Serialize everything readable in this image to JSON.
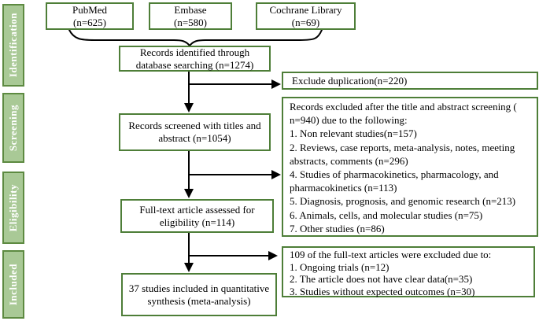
{
  "diagram_title": "PRISMA study selection flow diagram",
  "colors": {
    "box_border_green": "#4e7e38",
    "stage_fill_green": "#a9c996",
    "stage_border_green": "#5d8a41",
    "stage_text": "#ffffff",
    "connector_black": "#000000"
  },
  "stages": [
    {
      "label": "Identification"
    },
    {
      "label": "Screening"
    },
    {
      "label": "Eligibility"
    },
    {
      "label": "Included"
    }
  ],
  "sources": [
    {
      "name": "PubMed",
      "count": "(n=625)"
    },
    {
      "name": "Embase",
      "count": "(n=580)"
    },
    {
      "name": "Cochrane Library",
      "count": "(n=69)"
    }
  ],
  "flow": {
    "identified": "Records identified through database searching (n=1274)",
    "screened": "Records screened with titles and abstract (n=1054)",
    "fulltext": "Full-text article assessed for eligibility (n=114)",
    "included": "37 studies included in quantitative synthesis (meta-analysis)"
  },
  "exclusions": {
    "duplication": "Exclude duplication(n=220)",
    "screening": {
      "intro": "Records excluded after the title and abstract screening ( n=940) due to the following:",
      "items": [
        "1. Non relevant studies(n=157)",
        "2. Reviews, case reports, meta-analysis, notes, meeting abstracts, comments (n=296)",
        "4. Studies of pharmacokinetics, pharmacology, and pharmacokinetics (n=113)",
        "5. Diagnosis, prognosis, and genomic research (n=213)",
        "6. Animals, cells, and molecular studies (n=75)",
        "7. Other studies (n=86)"
      ]
    },
    "fulltext": {
      "intro": "109 of the full-text articles were excluded due to:",
      "items": [
        "1. Ongoing trials (n=12)",
        "2. The article does not have clear data(n=35)",
        "3. Studies without expected outcomes (n=30)"
      ]
    }
  }
}
